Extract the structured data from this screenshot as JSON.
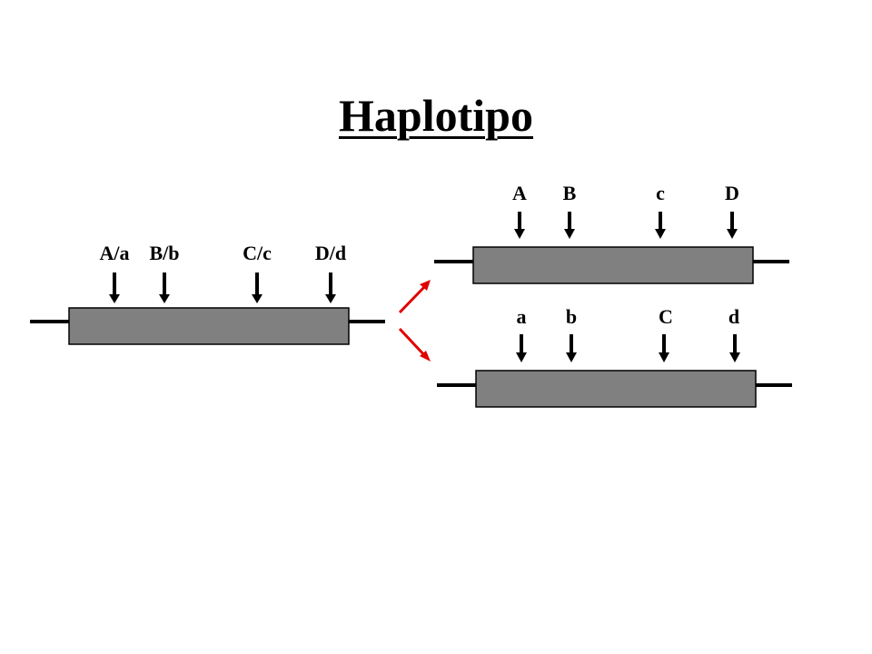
{
  "title": "Haplotipo",
  "genotype": {
    "alleles": [
      "A/a",
      "B/b",
      "C/c",
      "D/d"
    ]
  },
  "haplotypes": [
    {
      "alleles": [
        "A",
        "B",
        "c",
        "D"
      ]
    },
    {
      "alleles": [
        "a",
        "b",
        "C",
        "d"
      ]
    }
  ],
  "colors": {
    "chromosome": "#808080",
    "outline": "#000000",
    "split_arrow": "#e00000"
  }
}
